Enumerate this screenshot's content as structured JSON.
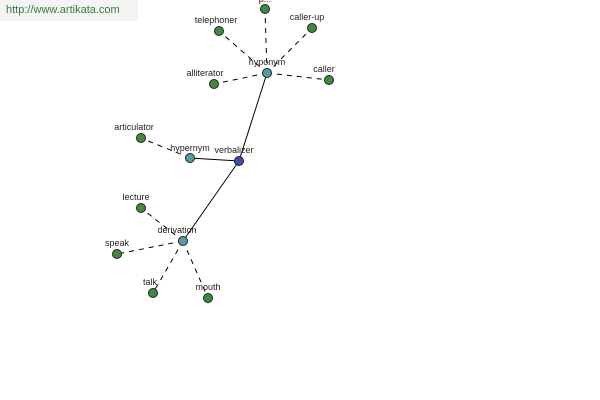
{
  "banner": {
    "url": "http://www.artikata.com"
  },
  "colors": {
    "root": "#3a4fa8",
    "relation": "#5a9aa8",
    "leaf": "#3f8a3f",
    "edge": "#000000"
  },
  "graph": {
    "nodes": [
      {
        "id": "verbalizer",
        "label": "verbalizer",
        "kind": "root"
      },
      {
        "id": "hyponym",
        "label": "hyponym",
        "kind": "relation"
      },
      {
        "id": "hypernym",
        "label": "hypernym",
        "kind": "relation"
      },
      {
        "id": "derivation",
        "label": "derivation",
        "kind": "relation"
      },
      {
        "id": "telephoner",
        "label": "telephoner",
        "kind": "leaf"
      },
      {
        "id": "caller-up",
        "label": "caller-up",
        "kind": "leaf"
      },
      {
        "id": "top-leaf",
        "label": "p...",
        "kind": "leaf"
      },
      {
        "id": "alliterator",
        "label": "alliterator",
        "kind": "leaf"
      },
      {
        "id": "caller",
        "label": "caller",
        "kind": "leaf"
      },
      {
        "id": "articulator",
        "label": "articulator",
        "kind": "leaf"
      },
      {
        "id": "lecture",
        "label": "lecture",
        "kind": "leaf"
      },
      {
        "id": "speak",
        "label": "speak",
        "kind": "leaf"
      },
      {
        "id": "talk",
        "label": "talk",
        "kind": "leaf"
      },
      {
        "id": "mouth",
        "label": "mouth",
        "kind": "leaf"
      }
    ],
    "edges": [
      {
        "from": "verbalizer",
        "to": "hyponym",
        "style": "solid"
      },
      {
        "from": "verbalizer",
        "to": "hypernym",
        "style": "solid"
      },
      {
        "from": "verbalizer",
        "to": "derivation",
        "style": "solid"
      },
      {
        "from": "hyponym",
        "to": "telephoner",
        "style": "dashed"
      },
      {
        "from": "hyponym",
        "to": "top-leaf",
        "style": "dashed"
      },
      {
        "from": "hyponym",
        "to": "caller-up",
        "style": "dashed"
      },
      {
        "from": "hyponym",
        "to": "alliterator",
        "style": "dashed"
      },
      {
        "from": "hyponym",
        "to": "caller",
        "style": "dashed"
      },
      {
        "from": "hypernym",
        "to": "articulator",
        "style": "dashed"
      },
      {
        "from": "derivation",
        "to": "lecture",
        "style": "dashed"
      },
      {
        "from": "derivation",
        "to": "speak",
        "style": "dashed"
      },
      {
        "from": "derivation",
        "to": "talk",
        "style": "dashed"
      },
      {
        "from": "derivation",
        "to": "mouth",
        "style": "dashed"
      }
    ]
  }
}
